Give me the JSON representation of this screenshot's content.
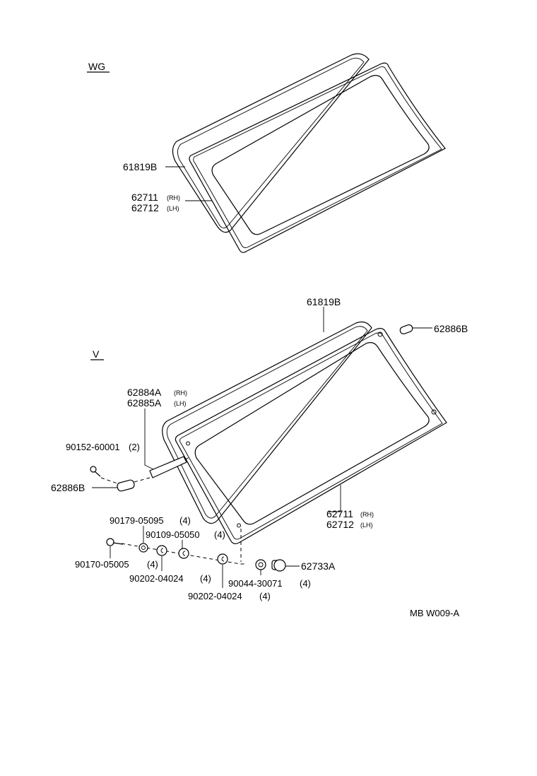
{
  "sections": {
    "wg": "WG",
    "v": "V"
  },
  "wg_labels": {
    "weatherstrip": "61819B",
    "glass_rh": "62711",
    "glass_lh": "62712",
    "rh": "(RH)",
    "lh": "(LH)"
  },
  "v_labels": {
    "weatherstrip": "61819B",
    "hinge_top": "62886B",
    "lock_rh": "62884A",
    "lock_lh": "62885A",
    "rh": "(RH)",
    "lh": "(LH)",
    "screw": "90152-60001",
    "screw_qty": "(2)",
    "hinge_left": "62886B",
    "glass_rh": "62711",
    "glass_lh": "62712",
    "glass_rh_tag": "(RH)",
    "glass_lh_tag": "(LH)",
    "p1": "90179-05095",
    "p1_qty": "(4)",
    "p2": "90109-05050",
    "p2_qty": "(4)",
    "p3": "90170-05005",
    "p3_qty": "(4)",
    "p4": "90202-04024",
    "p4_qty": "(4)",
    "p5": "90202-04024",
    "p5_qty": "(4)",
    "p6": "90044-30071",
    "p6_qty": "(4)",
    "knob": "62733A"
  },
  "footer": {
    "code": "MB W009-A"
  }
}
